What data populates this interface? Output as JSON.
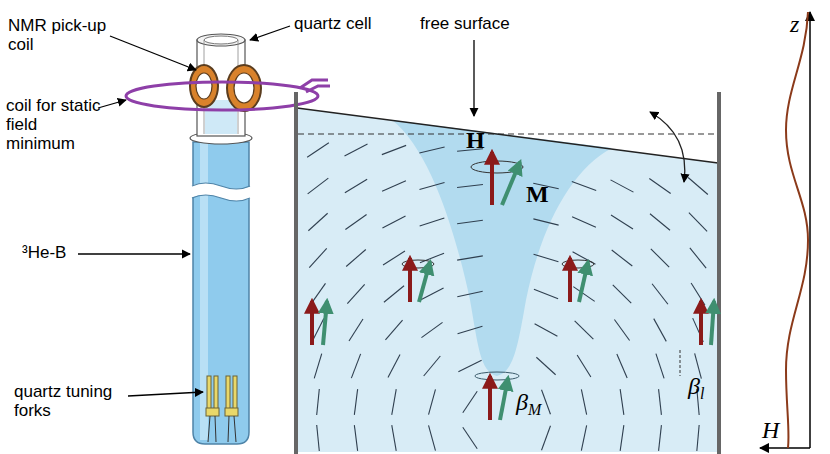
{
  "diagram": {
    "labels": [
      "NMR pick-up coil",
      "quartz cell",
      "coil for static field minimum",
      "free surface",
      "³He-B",
      "quartz tuning forks",
      "H",
      "M",
      "βM",
      "βl",
      "z",
      "H"
    ]
  }
}
